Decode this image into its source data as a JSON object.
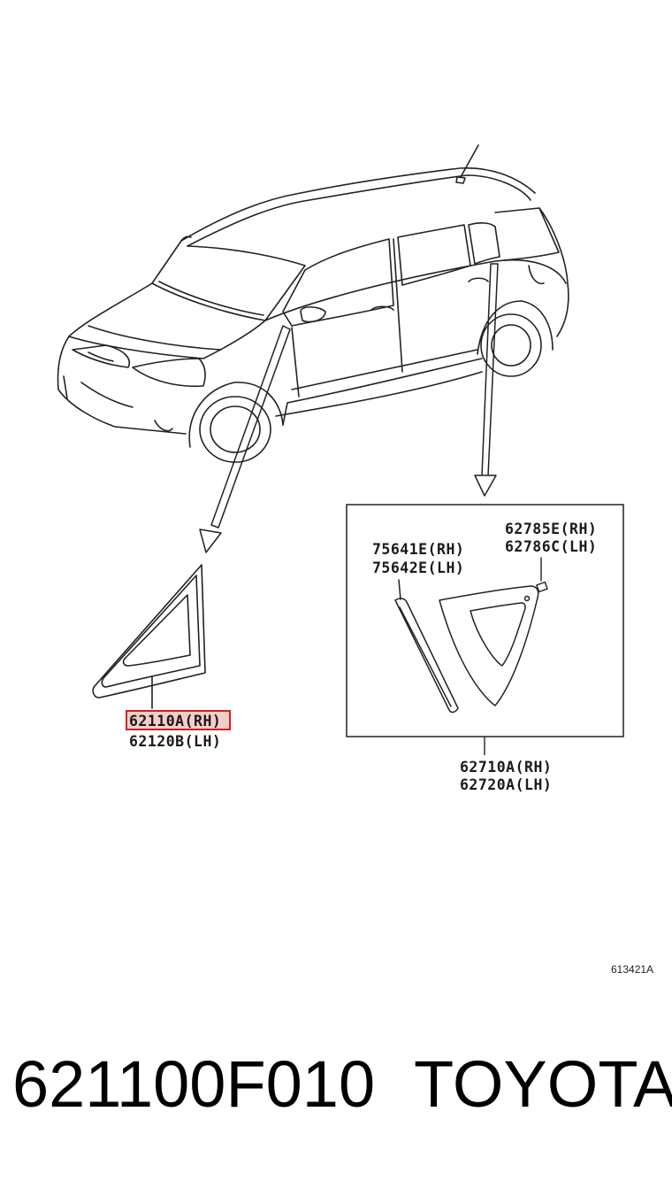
{
  "callouts": {
    "front_glass_rh": "62110A(RH)",
    "front_glass_lh": "62120B(LH)",
    "moulding_rh": "75641E(RH)",
    "moulding_lh": "75642E(LH)",
    "clip_rh": "62785E(RH)",
    "clip_lh": "62786C(LH)",
    "rear_glass_rh": "62710A(RH)",
    "rear_glass_lh": "62720A(LH)"
  },
  "diagram_code": "613421A",
  "footer": {
    "part_number": "621100F010",
    "brand": "TOYOTA"
  },
  "colors": {
    "highlight": "#cc2222",
    "highlight_fill": "#f4cccc",
    "line": "#222222"
  }
}
